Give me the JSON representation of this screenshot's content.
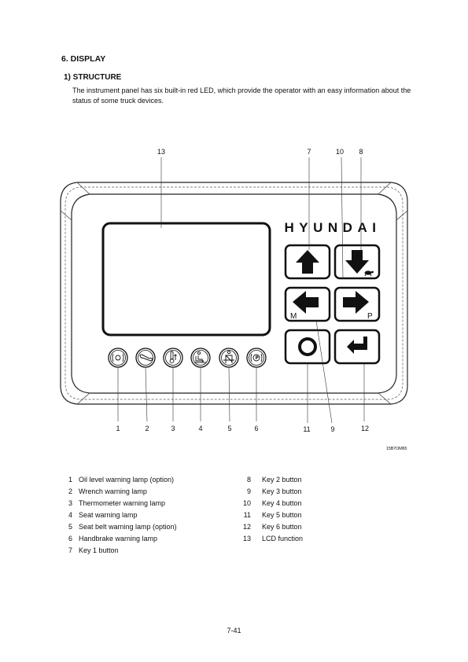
{
  "section_title": "6. DISPLAY",
  "subsection_title": "1) STRUCTURE",
  "intro_text": "The instrument panel has six built-in red LED, which provide the operator with an easy information about the status of some truck devices.",
  "figure": {
    "brand": "HYUNDAI",
    "figure_code": "15B7OM65",
    "key_labels": {
      "left_key": "M",
      "right_key": "P"
    },
    "callouts_top": [
      "13",
      "7",
      "10",
      "8"
    ],
    "callouts_bottom": [
      "1",
      "2",
      "3",
      "4",
      "5",
      "6",
      "11",
      "9",
      "12"
    ],
    "icons": {
      "lamps": [
        "oil-level-icon",
        "wrench-icon",
        "thermometer-icon",
        "seat-icon",
        "seat-belt-icon",
        "handbrake-icon"
      ],
      "keys": [
        "arrow-up-icon",
        "arrow-down-turtle-icon",
        "arrow-left-icon",
        "arrow-right-icon",
        "circle-icon",
        "enter-icon"
      ]
    }
  },
  "legend": {
    "left": [
      {
        "num": "1",
        "label": "Oil level warning lamp (option)"
      },
      {
        "num": "2",
        "label": "Wrench warning lamp"
      },
      {
        "num": "3",
        "label": "Thermometer warning lamp"
      },
      {
        "num": "4",
        "label": "Seat warning lamp"
      },
      {
        "num": "5",
        "label": "Seat belt warning lamp (option)"
      },
      {
        "num": "6",
        "label": "Handbrake warning lamp"
      },
      {
        "num": "7",
        "label": "Key 1 button"
      }
    ],
    "right": [
      {
        "num": "8",
        "label": "Key 2 button"
      },
      {
        "num": "9",
        "label": "Key 3 button"
      },
      {
        "num": "10",
        "label": "Key 4 button"
      },
      {
        "num": "11",
        "label": "Key 5 button"
      },
      {
        "num": "12",
        "label": "Key 6 button"
      },
      {
        "num": "13",
        "label": "LCD function"
      }
    ]
  },
  "page_number": "7-41"
}
